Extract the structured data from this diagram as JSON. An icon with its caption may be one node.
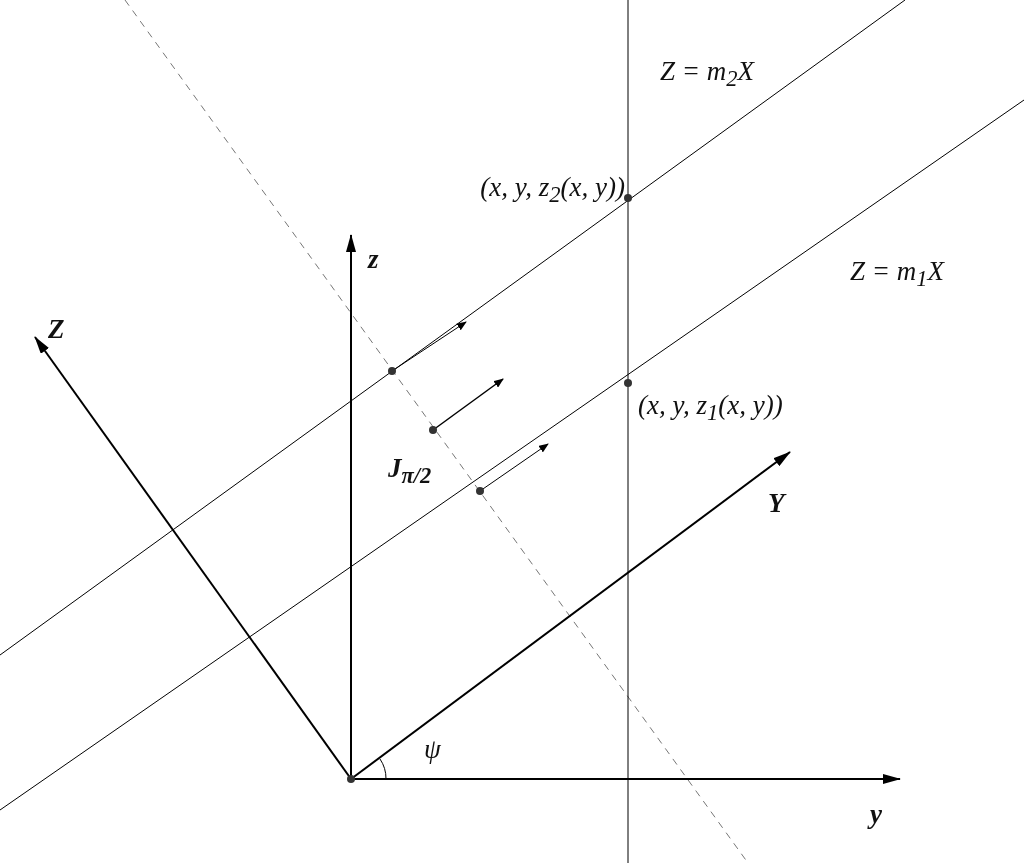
{
  "diagram": {
    "labels": [
      "Z = m$_{2}$X",
      "(x, y, z$_{2}$(x, y))",
      "z",
      "Z = m$_{1}$X",
      "Z",
      "(x, y, z$_{1}$(x, y))",
      "J$_{π/2}$",
      "Y",
      "ψ",
      "y"
    ]
  }
}
